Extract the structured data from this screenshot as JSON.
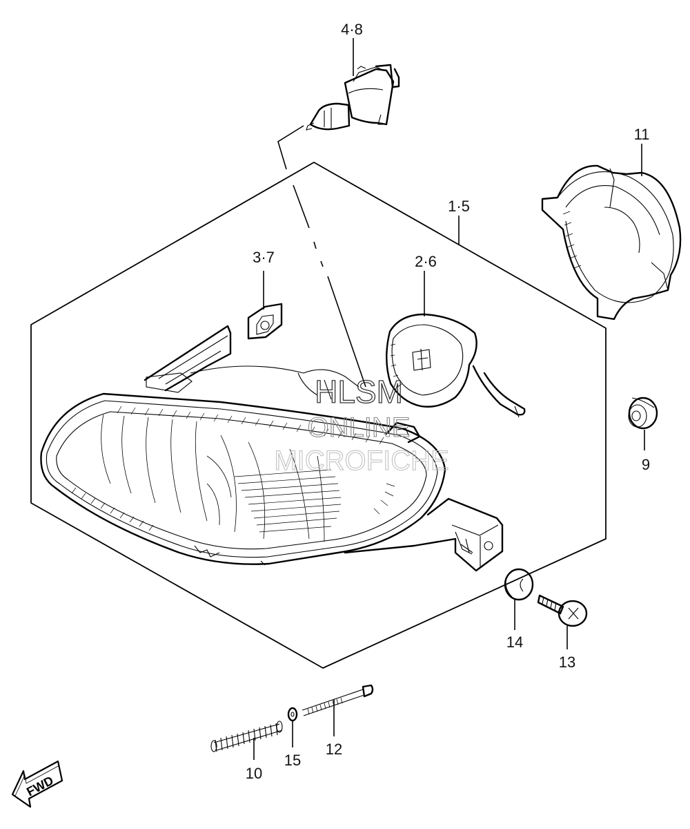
{
  "callouts": {
    "bulb": "4·8",
    "housing_assy": "1·5",
    "clip": "3·7",
    "socket": "2·6",
    "cover": "11",
    "grommet": "9",
    "cushion": "14",
    "screw": "13",
    "spring": "10",
    "washer": "15",
    "adjust_screw": "12"
  },
  "watermark": {
    "line1": "HLSM",
    "line2": "ONLINE",
    "line3": "MICROFICHE"
  },
  "badge": {
    "label": "FWD",
    "icon": "fwd-arrow-icon"
  }
}
